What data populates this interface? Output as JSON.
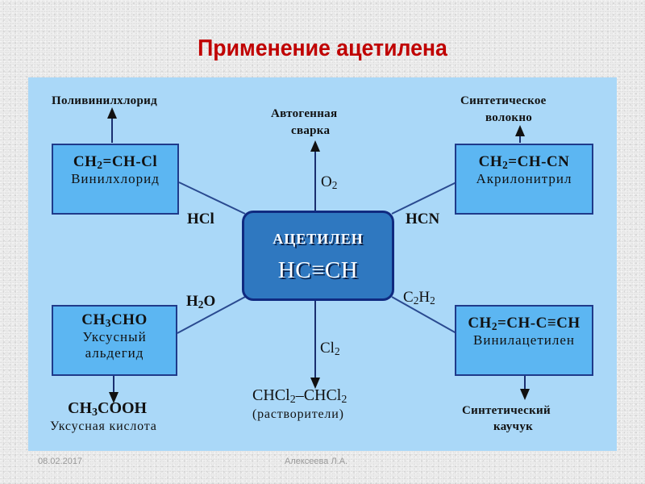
{
  "title": "Применение ацетилена",
  "center": {
    "name": "АЦЕТИЛЕН",
    "formula": "HC≡CH"
  },
  "branches": {
    "top_left": {
      "reagent": "HCl",
      "box_formula": [
        "CH",
        "2",
        "=CH-Cl"
      ],
      "box_name": "Винилхлорид",
      "product": "Поливинилхлорид"
    },
    "top": {
      "reagent": [
        "O",
        "2"
      ],
      "product_line1": "Автогенная",
      "product_line2": "сварка"
    },
    "top_right": {
      "reagent": "HCN",
      "box_formula": [
        "CH",
        "2",
        "=CH-CN"
      ],
      "box_name": "Акрилонитрил",
      "product_line1": "Синтетическое",
      "product_line2": "волокно"
    },
    "bottom_left": {
      "reagent": [
        "H",
        "2",
        "O"
      ],
      "box_formula": [
        "CH",
        "3",
        "CHO"
      ],
      "box_name_line1": "Уксусный",
      "box_name_line2": "альдегид",
      "product_formula": [
        "CH",
        "3",
        "COOH"
      ],
      "product_name": "Уксусная кислота"
    },
    "bottom": {
      "reagent": [
        "Cl",
        "2"
      ],
      "product_formula": [
        "CHCl",
        "2",
        "–CHCl",
        "2"
      ],
      "product_name": "(растворители)"
    },
    "bottom_right": {
      "reagent": [
        "C",
        "2",
        "H",
        "2"
      ],
      "box_formula": [
        "CH",
        "2",
        "=CH-C≡CH"
      ],
      "box_name": "Винилацетилен",
      "product_line1": "Синтетический",
      "product_line2": "каучук"
    }
  },
  "colors": {
    "title": "#c00000",
    "panel": "#aad8f8",
    "box": "#5cb6f2",
    "center": "#2f78c0",
    "line": "#1f3a8a"
  },
  "footer": {
    "date": "08.02.2017",
    "author": "Алексеева Л.А."
  }
}
